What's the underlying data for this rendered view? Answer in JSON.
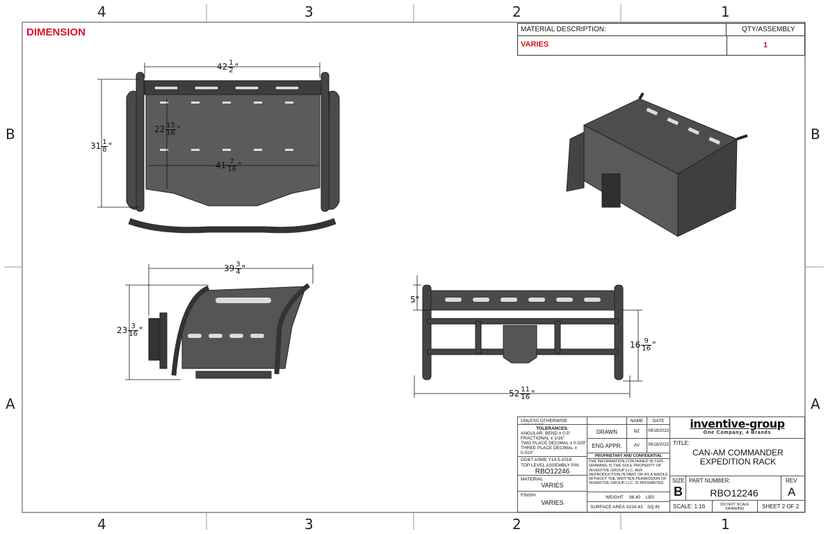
{
  "zones": {
    "top": [
      "4",
      "3",
      "2",
      "1"
    ],
    "bottom": [
      "4",
      "3",
      "2",
      "1"
    ],
    "left": [
      "B",
      "A"
    ],
    "right": [
      "B",
      "A"
    ]
  },
  "header_label": "DIMENSION",
  "material_block": {
    "desc_header": "MATERIAL DESCRIPTION:",
    "qty_header": "QTY/ASSEMBLY",
    "desc_value": "VARIES",
    "qty_value": "1"
  },
  "dimensions": {
    "top_width": {
      "whole": "42",
      "num": "1",
      "den": "2",
      "unit": "\""
    },
    "top_height": {
      "whole": "31",
      "num": "1",
      "den": "8",
      "unit": "\""
    },
    "top_inner_height": {
      "whole": "22",
      "num": "15",
      "den": "16",
      "unit": "\""
    },
    "top_inner_width": {
      "whole": "41",
      "num": "7",
      "den": "16",
      "unit": "\""
    },
    "side_width": {
      "whole": "39",
      "num": "3",
      "den": "4",
      "unit": "\""
    },
    "side_height": {
      "whole": "23",
      "num": "3",
      "den": "16",
      "unit": "\""
    },
    "front_top": {
      "text": "5\""
    },
    "front_height": {
      "whole": "16",
      "num": "9",
      "den": "16",
      "unit": "\""
    },
    "front_width": {
      "whole": "52",
      "num": "11",
      "den": "16",
      "unit": "\""
    }
  },
  "title_block": {
    "unless": "UNLESS OTHERWISE SPECIFIED",
    "name_h": "NAME",
    "date_h": "DATE",
    "tolerances": "TOLERANCES:",
    "tol_lines": [
      "ANGULAR:      BEND  ±  0.5°",
      "FRACTIONAL           ±  1/16\"",
      "TWO PLACE DECIMAL  ±  0.020\"",
      "THREE PLACE DECIMAL ± 0.010\""
    ],
    "gdt": "GD&T ASME Y14.5-2018",
    "drawn": "DRAWN",
    "drawn_name": "BZ",
    "drawn_date": "08/18/2023",
    "eng": "ENG APPR.",
    "eng_name": "AV",
    "eng_date": "08/18/2023",
    "prop_h": "PROPRIETARY AND CONFIDENTIAL",
    "prop_text": "THE INFORMATION CONTAINED IN THIS DRAWING IS THE SOLE PROPERTY OF INVENTIVE GROUP LLC.  ANY REPRODUCTION IN PART OR AS A WHOLE WITHOUT THE WRITTEN PERMISSION OF INVENTIVE GROUP LLC. IS PROHIBITED.",
    "top_level_h": "TOP LEVEL ASSEMBLY P/N",
    "top_level": "RBO12246",
    "material_h": "MATERIAL",
    "material": "VARIES",
    "finish_h": "FINISH",
    "finish": "VARIES",
    "weight_h": "WEIGHT",
    "weight": "98.40",
    "weight_unit": "LBS",
    "surface_h": "SURFACE AREA",
    "surface": "9234.43",
    "surface_unit": "SQ IN",
    "logo": "inventive-group",
    "logo_tag": "One Company, 4 Brands",
    "title_h": "TITLE:",
    "title_l1": "CAN-AM COMMANDER",
    "title_l2": "EXPEDITION RACK",
    "size_h": "SIZE",
    "size": "B",
    "part_h": "PART NUMBER:",
    "part": "RBO12246",
    "rev_h": "REV",
    "rev": "A",
    "scale": "SCALE: 1:16",
    "noscale": "DO NOT SCALE DRAWING",
    "sheet": "SHEET 2 OF 2"
  },
  "colors": {
    "accent": "#d9121f",
    "line": "#333333",
    "part": "#3a3a3a"
  }
}
